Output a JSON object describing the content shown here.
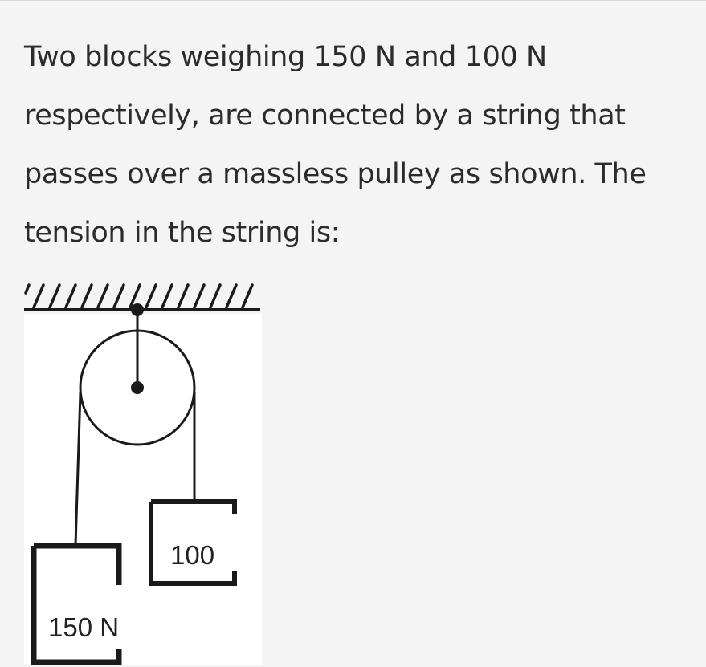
{
  "question": {
    "text": "Two blocks weighing 150 N and 100 N respectively, are connected by a string that passes over a massless pulley as shown. The tension in the string is:"
  },
  "figure": {
    "left_block_label": "150 N",
    "right_block_label": "100"
  }
}
